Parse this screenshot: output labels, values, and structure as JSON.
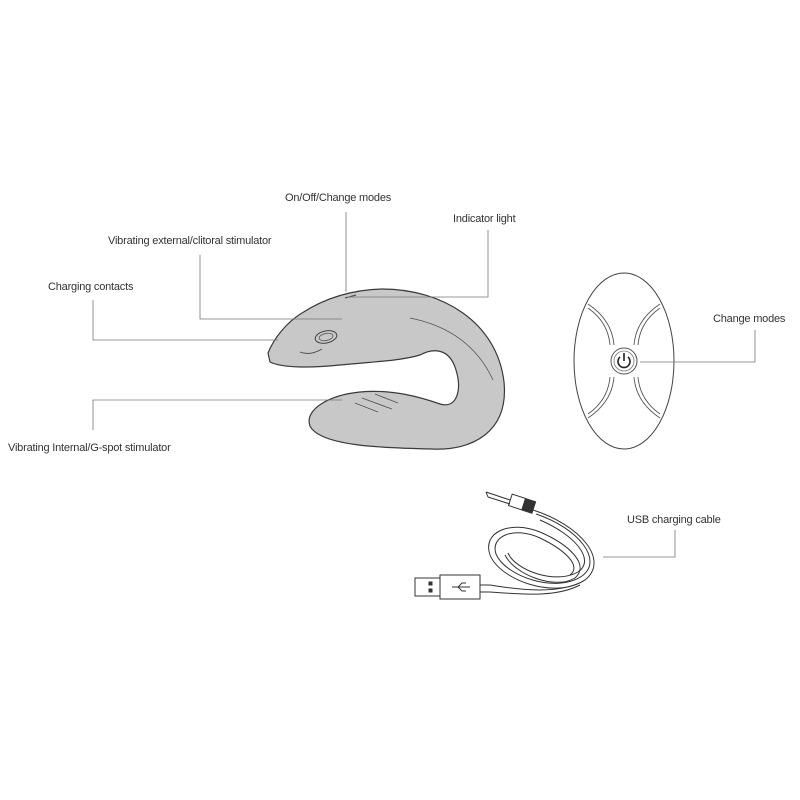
{
  "labels": {
    "on_off": "On/Off/Change modes",
    "indicator": "Indicator light",
    "external": "Vibrating external/clitoral stimulator",
    "charging": "Charging contacts",
    "internal": "Vibrating Internal/G-spot stimulator",
    "remote_modes": "Change modes",
    "cable": "USB charging cable"
  },
  "colors": {
    "body_fill": "#c8c8c8",
    "outline": "#3a3a3a",
    "leader": "#666666"
  }
}
